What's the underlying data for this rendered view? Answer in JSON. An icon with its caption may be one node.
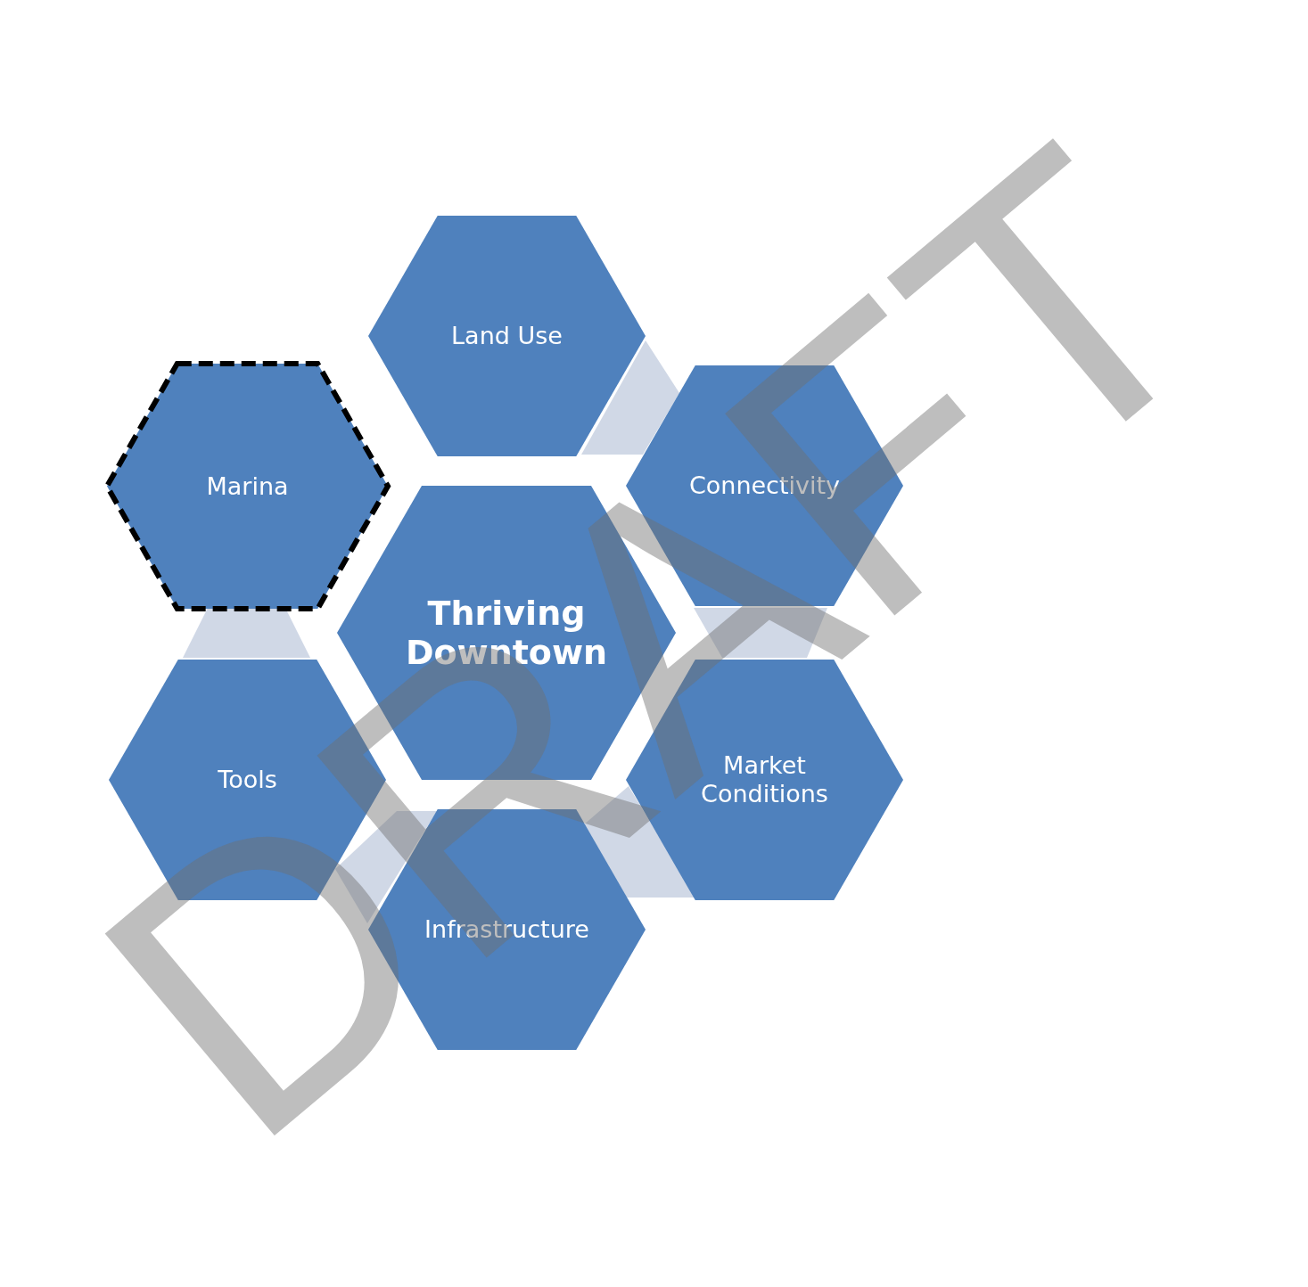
{
  "diagram": {
    "nodes": [
      {
        "text": [
          "Land Use"
        ]
      },
      {
        "text": [
          "Marina"
        ]
      },
      {
        "text": [
          "Connectivity"
        ]
      },
      {
        "text": [
          "Thriving Downtown"
        ]
      },
      {
        "text": [
          "Tools"
        ]
      },
      {
        "text": [
          "Market Conditions"
        ]
      },
      {
        "text": [
          "Infrastructure"
        ]
      },
      {
        "text": [],
        "shape": "triangle"
      },
      {
        "text": [],
        "shape": "triangle"
      },
      {
        "text": [],
        "shape": "triangle"
      },
      {
        "text": [],
        "shape": "triangle"
      },
      {
        "text": [],
        "shape": "triangle"
      }
    ],
    "labels": [
      "DRAFT"
    ]
  }
}
